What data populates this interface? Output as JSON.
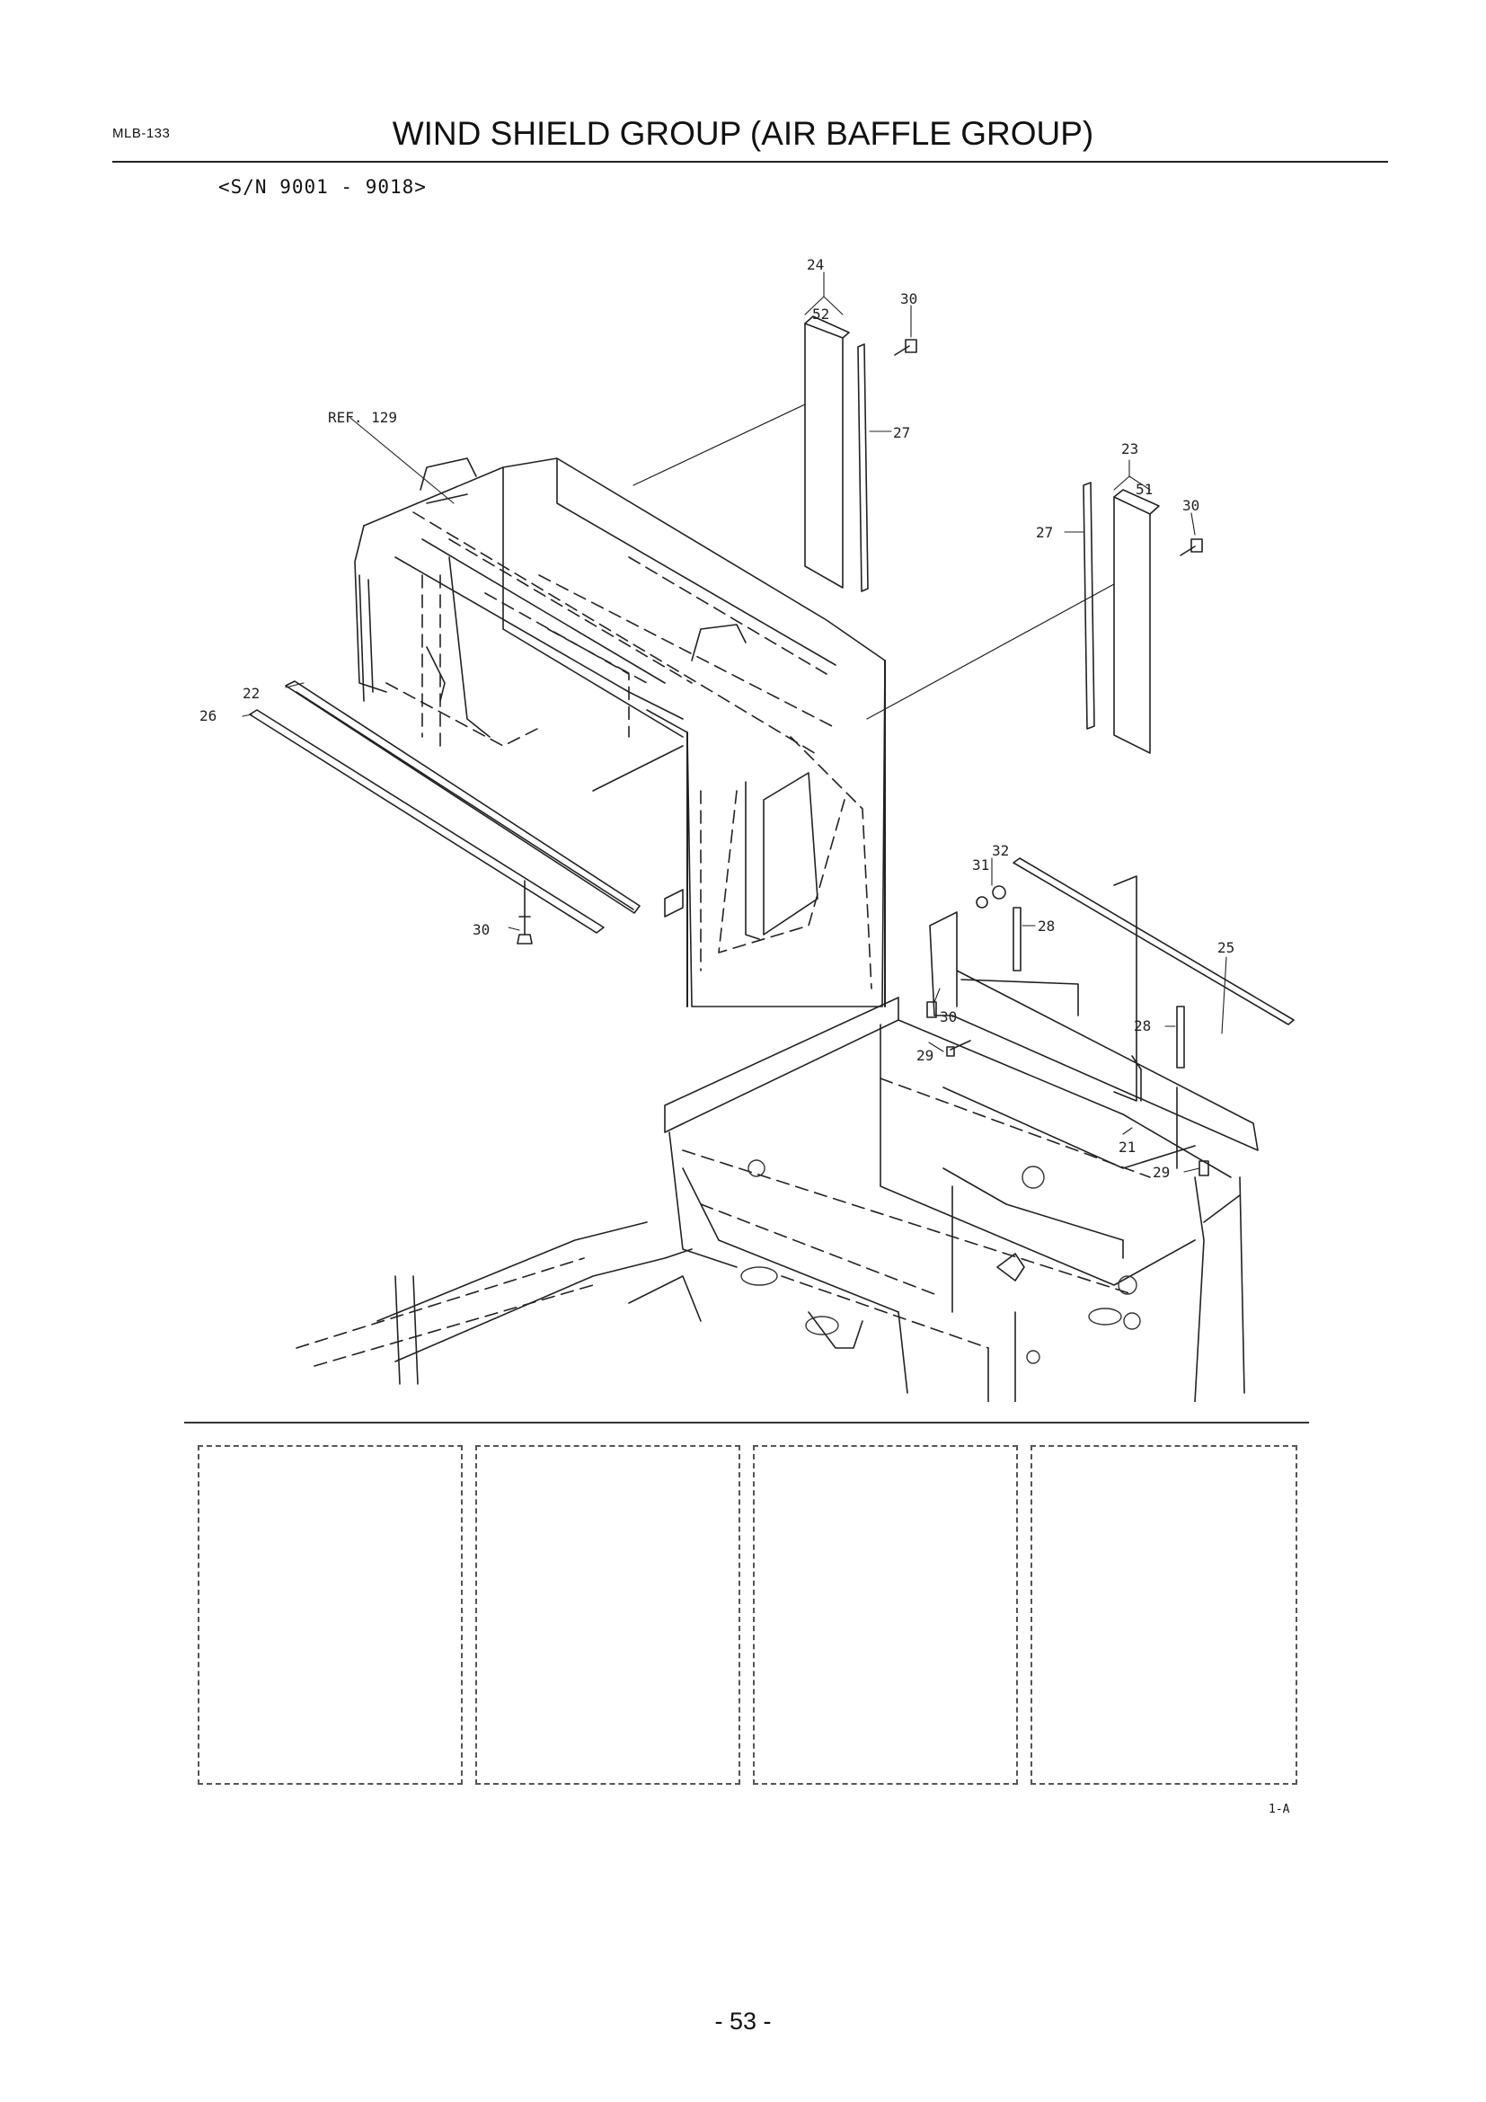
{
  "header": {
    "doc_code": "MLB-133",
    "title": "WIND SHIELD GROUP (AIR BAFFLE GROUP)",
    "serial_range": "<S/N 9001 - 9018>"
  },
  "diagram": {
    "ref_label": "REF. 129",
    "callouts": [
      "21",
      "22",
      "23",
      "24",
      "25",
      "26",
      "27",
      "28",
      "29",
      "30",
      "31",
      "32",
      "51",
      "52"
    ]
  },
  "footer": {
    "sheet_ref": "1-A",
    "page_number": "- 53 -"
  }
}
